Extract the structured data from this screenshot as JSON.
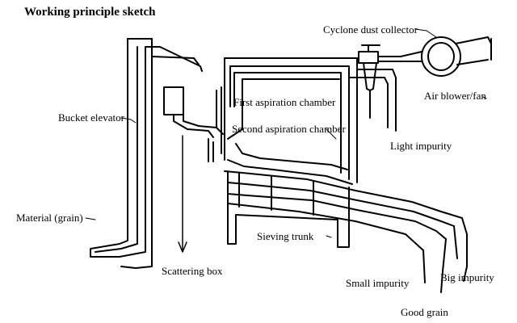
{
  "title": "Working principle sketch",
  "labels": {
    "cyclone": "Cyclone dust collector",
    "fan": "Air blower/fan",
    "first_chamber": "First aspiration chamber",
    "second_chamber": "Second aspiration chamber",
    "bucket": "Bucket elevator",
    "light": "Light impurity",
    "material": "Material (grain)",
    "sieving": "Sieving trunk",
    "scattering": "Scattering box",
    "small": "Small impurity",
    "big": "Big impurity",
    "good": "Good grain"
  }
}
